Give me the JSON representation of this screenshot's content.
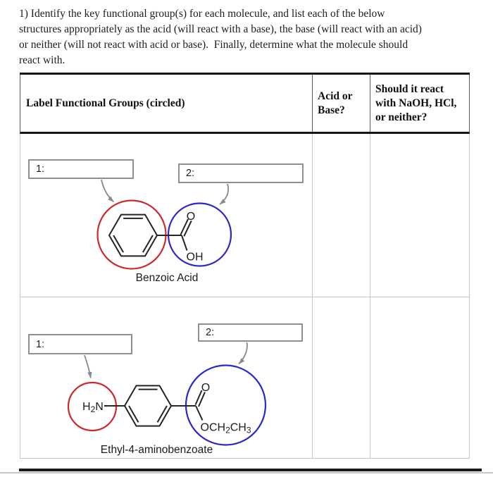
{
  "intro": {
    "lines": [
      "1) Identify the key functional group(s) for each molecule, and list each of the below",
      "structures appropriately as the acid (will react with a base), the base (will react with an acid)",
      "or neither (will not react with acid or base).  Finally, determine what the molecule should",
      "react with."
    ]
  },
  "table": {
    "header": {
      "functional_groups": "Label Functional Groups (circled)",
      "acid_or_base": "Acid or Base?",
      "react": "Should it react with NaOH, HCl, or neither?"
    }
  },
  "row1": {
    "box1_label": "1:",
    "box2_label": "2:",
    "molecule_name": "Benzoic Acid",
    "atoms": {
      "carbonyl_o": "O",
      "hydroxyl": "OH"
    }
  },
  "row2": {
    "box1_label": "1:",
    "box2_label": "2:",
    "molecule_name": "Ethyl-4-aminobenzoate",
    "atoms": {
      "amine_h": "H",
      "amine_sub": "2",
      "amine_n": "N",
      "carbonyl_o": "O",
      "ester_och": "OCH",
      "ester_sub2": "2",
      "ester_ch": "CH",
      "ester_sub3": "3"
    }
  },
  "colors": {
    "circle_red": "#cb2b2e",
    "circle_blue": "#2e26c9",
    "bond": "#242424",
    "arrow": "#8a8a8a"
  }
}
